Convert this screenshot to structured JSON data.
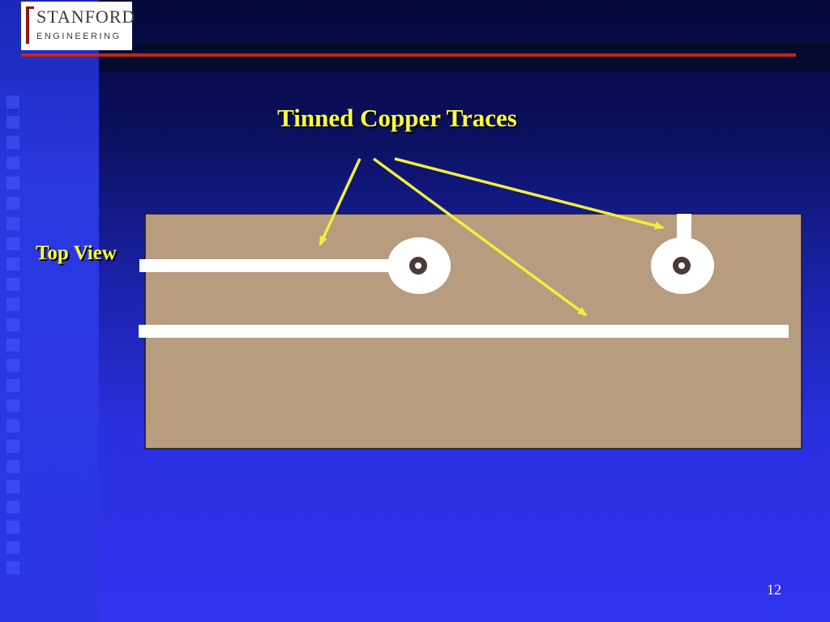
{
  "logo": {
    "line1": "STANFORD",
    "line2": "ENGINEERING"
  },
  "slide": {
    "title": "Tinned Copper Traces",
    "view_label": "Top View",
    "page_number": "12"
  },
  "colors": {
    "board": "#b89c80",
    "trace": "#ffffff",
    "arrow": "#f0f040",
    "title_text": "#ffff33",
    "accent_rule": "#c0281a"
  }
}
